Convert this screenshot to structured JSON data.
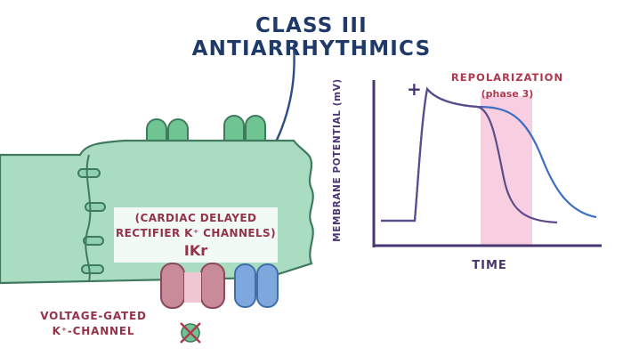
{
  "title": "CLASS III ANTIARRHYTHMICS",
  "channel": {
    "description_line1": "(CARDIAC DELAYED",
    "description_line2": "RECTIFIER K⁺ CHANNELS)",
    "abbreviation": "IKr",
    "type_line1": "VOLTAGE-GATED",
    "type_line2": "K⁺-CHANNEL"
  },
  "graph": {
    "ylabel": "MEMBRANE POTENTIAL (mV)",
    "xlabel": "TIME",
    "region_label": "REPOLARIZATION",
    "region_sublabel": "(phase 3)",
    "plus_marker": "+"
  },
  "colors": {
    "title": "#1f3a68",
    "membrane_fill": "#a9dcc0",
    "membrane_stroke": "#3f7a5f",
    "channel_green": "#6fc592",
    "channel_red": "#c98a99",
    "channel_blue": "#7ea7dd",
    "text_red": "#93334a",
    "axis": "#4a3574",
    "repolarization_band": "#f7cfe0",
    "normal_trace": "#5e4b8b",
    "prolonged_trace": "#3f6ec0"
  },
  "icons": [
    "k-channel-blocked-icon",
    "drug-pointer-line"
  ]
}
